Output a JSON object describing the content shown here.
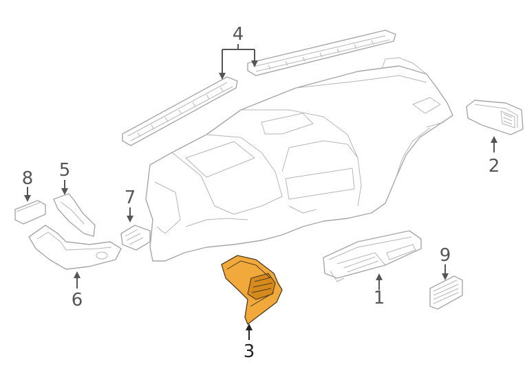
{
  "callouts": {
    "c1": "1",
    "c2": "2",
    "c3": "3",
    "c4": "4",
    "c5": "5",
    "c6": "6",
    "c7": "7",
    "c8": "8",
    "c9": "9"
  },
  "colors": {
    "highlight": "#f2a93b",
    "line": "#a6a6a6",
    "text": "#555555"
  }
}
